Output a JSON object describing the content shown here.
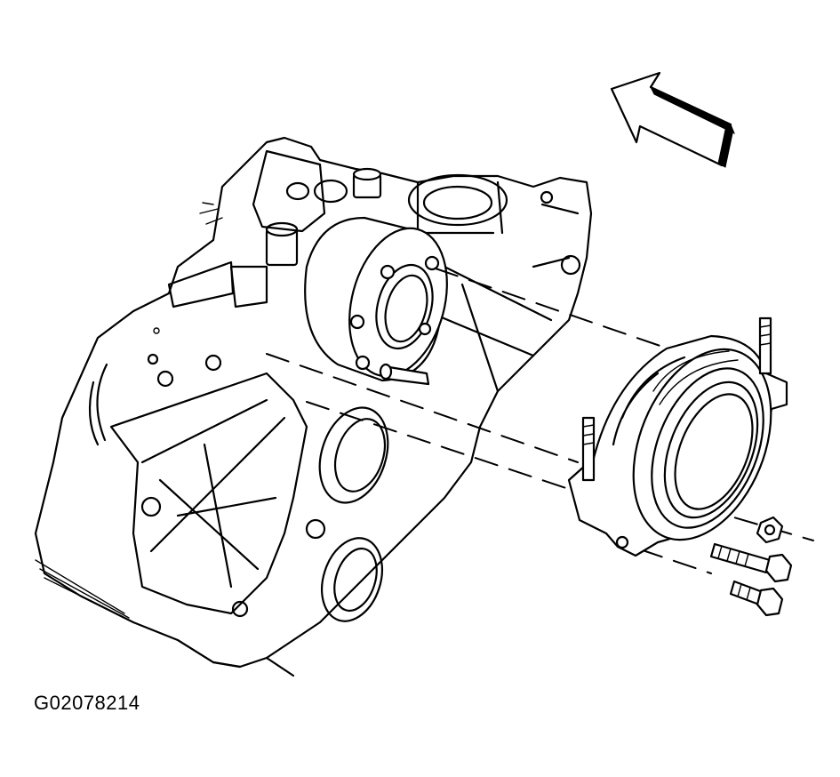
{
  "figure": {
    "id_label": "G02078214"
  },
  "colors": {
    "ink": "#000000",
    "paper": "#ffffff"
  },
  "parts": [
    "engine-block",
    "rear-crankshaft-flange",
    "rear-main-seal-housing",
    "housing-studs",
    "housing-bolts",
    "housing-nut",
    "direction-arrow"
  ]
}
